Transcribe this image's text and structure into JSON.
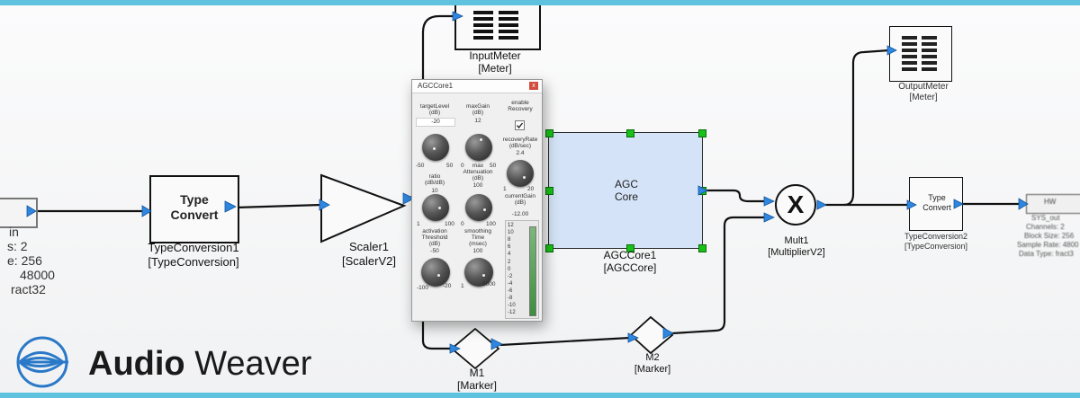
{
  "brand": {
    "name_bold": "Audio",
    "name_light": "Weaver",
    "accent": "#5fc3e0"
  },
  "blocks": {
    "input_partial": {
      "label_line1": "in",
      "stat1": "s: 2",
      "stat2": "e: 256",
      "stat3": "48000",
      "stat4": "ract32"
    },
    "type_conversion1": {
      "inner_line1": "Type",
      "inner_line2": "Convert",
      "name": "TypeConversion1",
      "type": "[TypeConversion]"
    },
    "scaler1": {
      "name": "Scaler1",
      "type": "[ScalerV2]"
    },
    "input_meter": {
      "name": "InputMeter",
      "type": "[Meter]"
    },
    "agc_core1": {
      "inner_line1": "AGC",
      "inner_line2": "Core",
      "name": "AGCCore1",
      "type": "[AGCCore]"
    },
    "mult1": {
      "symbol": "X",
      "name": "Mult1",
      "type": "[MultiplierV2]"
    },
    "output_meter": {
      "name": "OutputMeter",
      "type": "[Meter]"
    },
    "type_conversion2": {
      "inner_line1": "Type",
      "inner_line2": "Convert",
      "name": "TypeConversion2",
      "type": "[TypeConversion]"
    },
    "hw_output": {
      "tag": "HW",
      "name": "SYS_out",
      "channels": "Channels: 2",
      "block_size": "Block Size: 256",
      "sample_rate": "Sample Rate: 4800",
      "data_type": "Data Type: fract3"
    },
    "m1": {
      "name": "M1",
      "type": "[Marker]"
    },
    "m2": {
      "name": "M2",
      "type": "[Marker]"
    }
  },
  "panel": {
    "title": "AGCCore1",
    "close": "x",
    "target_level": {
      "label1": "targetLevel",
      "label2": "(dB)",
      "value": "-20",
      "min": "-50",
      "max": "50"
    },
    "max_gain": {
      "label1": "maxGain",
      "label2": "(dB)",
      "value": "12",
      "min": "0",
      "max": "50"
    },
    "enable_recovery": {
      "label1": "enable",
      "label2": "Recovery",
      "checked": true
    },
    "recovery_rate": {
      "label1": "recoveryRate",
      "label2": "(dB/sec)",
      "value": "2.4",
      "min": "1",
      "max": "20"
    },
    "ratio": {
      "label1": "ratio",
      "label2": "(dB/dB)",
      "value": "10",
      "min": "1",
      "max": "100"
    },
    "max_attenuation": {
      "label1": "max",
      "label2": "Attenuation",
      "label3": "(dB)",
      "value": "100",
      "min": "0",
      "max": "100"
    },
    "current_gain": {
      "label1": "currentGain",
      "label2": "(dB)",
      "value": "-12.00"
    },
    "activation_threshold": {
      "label1": "activation",
      "label2": "Threshold",
      "label3": "(dB)",
      "value": "-50",
      "min": "-100",
      "max": "-20"
    },
    "smoothing_time": {
      "label1": "smoothing",
      "label2": "Time",
      "label3": "(msec)",
      "value": "100",
      "min": "1",
      "max": "5000"
    },
    "meter_scale": [
      "12",
      "10",
      "8",
      "6",
      "4",
      "2",
      "0",
      "-2",
      "-4",
      "-6",
      "-8",
      "-10",
      "-12"
    ]
  }
}
